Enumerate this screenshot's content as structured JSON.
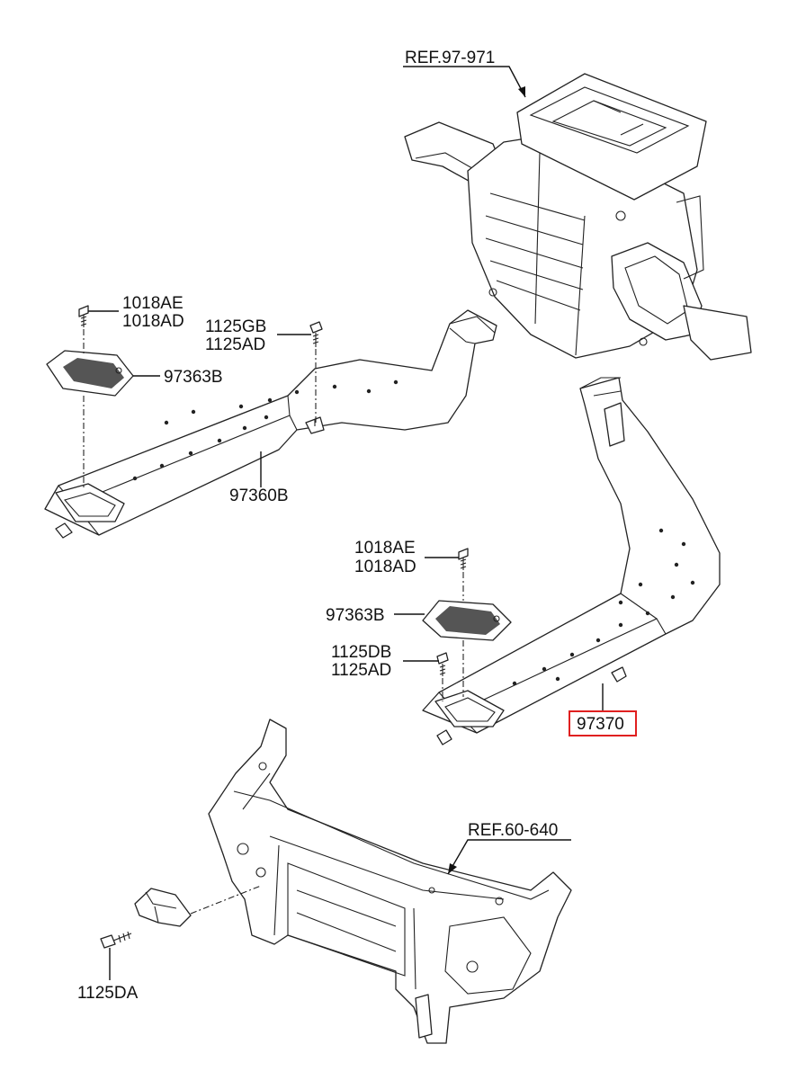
{
  "labels": {
    "ref_hvac": "REF.97-971",
    "bolt_top_a1": "1018AE",
    "bolt_top_a2": "1018AD",
    "bolt_top_b1": "1125GB",
    "bolt_top_b2": "1125AD",
    "grille_left": "97363B",
    "duct_left": "97360B",
    "bolt_mid_a1": "1018AE",
    "bolt_mid_a2": "1018AD",
    "grille_right": "97363B",
    "bolt_mid_b1": "1125DB",
    "bolt_mid_b2": "1125AD",
    "duct_right": "97370",
    "ref_carrier": "REF.60-640",
    "bolt_bottom": "1125DA"
  },
  "colors": {
    "line": "#111111",
    "highlight_box": "#e02020",
    "background": "#ffffff"
  }
}
